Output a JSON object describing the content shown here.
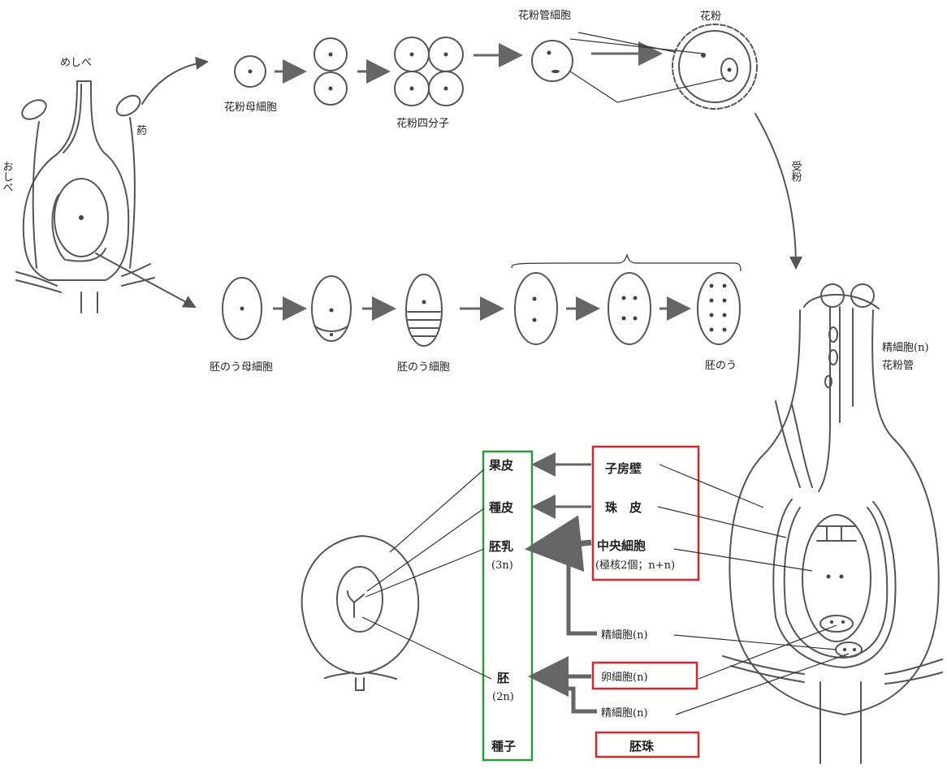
{
  "labels": {
    "pistil": "めしべ",
    "stamen": "おしべ",
    "anther": "葯",
    "pollen_mother_cell": "花粉母細胞",
    "pollen_tetrad": "花粉四分子",
    "pollen_tube_cell": "花粉管細胞",
    "pollen": "花粉",
    "pollination": "受粉",
    "embryo_sac_mother_cell": "胚のう母細胞",
    "embryo_sac_cell": "胚のう細胞",
    "embryo_sac": "胚のう",
    "sperm_cell_top": "精細胞(n)",
    "pollen_tube": "花粉管",
    "ovary_wall": "子房壁",
    "integument": "珠　皮",
    "central_cell": "中央細胞",
    "polar_nuclei": "(極核2個；n+n)",
    "sperm_cell_1": "精細胞(n)",
    "egg_cell": "卵細胞(n)",
    "sperm_cell_2": "精細胞(n)",
    "ovule": "胚珠",
    "pericarp": "果皮",
    "seed_coat": "種皮",
    "endosperm": "胚乳",
    "endosperm_ploidy": "(3n)",
    "embryo": "胚",
    "embryo_ploidy": "(2n)",
    "seed": "種子"
  },
  "colors": {
    "red_box": "#d9262e",
    "green_box": "#2e9a3e",
    "sketch": "#555555"
  }
}
